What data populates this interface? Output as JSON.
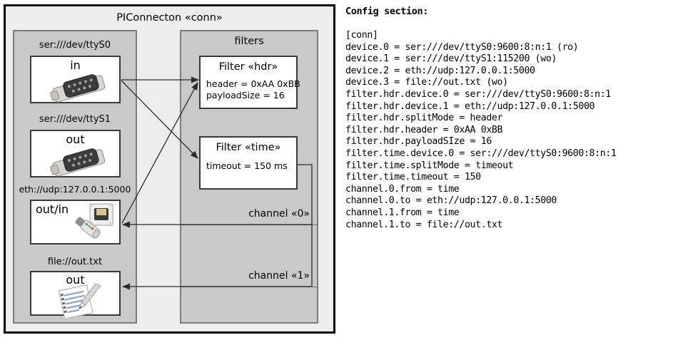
{
  "diagram": {
    "outer": {
      "title": "PIConnecton «conn»"
    },
    "devices_group": {
      "entries": [
        {
          "label": "ser:///dev/ttyS0",
          "direction": "in",
          "icon": "serial-port-icon"
        },
        {
          "label": "ser:///dev/ttyS1",
          "direction": "out",
          "icon": "serial-port-icon"
        },
        {
          "label": "eth://udp:127.0.0.1:5000",
          "direction": "out/in",
          "icon": "ethernet-plug-icon"
        },
        {
          "label": "file://out.txt",
          "direction": "out",
          "icon": "text-file-icon"
        }
      ]
    },
    "filters_group": {
      "title": "filters",
      "filters": [
        {
          "title": "Filter «hdr»",
          "attrs": [
            "header = 0xAA 0xBB",
            "payloadSize = 16"
          ]
        },
        {
          "title": "Filter «time»",
          "attrs": [
            "timeout = 150 ms"
          ]
        }
      ],
      "channels": [
        {
          "label": "channel «0»"
        },
        {
          "label": "channel «1»"
        }
      ]
    }
  },
  "config": {
    "heading": "Config section:",
    "lines": [
      "[conn]",
      "device.0 = ser:///dev/ttyS0:9600:8:n:1 (ro)",
      "device.1 = ser:///dev/ttyS1:115200 (wo)",
      "device.2 = eth://udp:127.0.0.1:5000",
      "device.3 = file://out.txt (wo)",
      "filter.hdr.device.0 = ser:///dev/ttyS0:9600:8:n:1",
      "filter.hdr.device.1 = eth://udp:127.0.0.1:5000",
      "filter.hdr.splitMode = header",
      "filter.hdr.header = 0xAA 0xBB",
      "filter.hdr.payloadSIze = 16",
      "filter.time.device.0 = ser:///dev/ttyS0:9600:8:n:1",
      "filter.time.splitMode = timeout",
      "filter.time.timeout = 150",
      "channel.0.from = time",
      "channel.0.to = eth://udp:127.0.0.1:5000",
      "channel.1.from = time",
      "channel.1.to = file://out.txt"
    ]
  },
  "colors": {
    "page_background": "#ffffff",
    "outer_fill": "#ededed",
    "group_fill": "#c9c9c9",
    "box_fill": "#ffffff",
    "outer_border": "#000000",
    "group_border": "#7d7d7d",
    "box_border": "#3a3a3a",
    "arrow": "#2b2b2b"
  }
}
